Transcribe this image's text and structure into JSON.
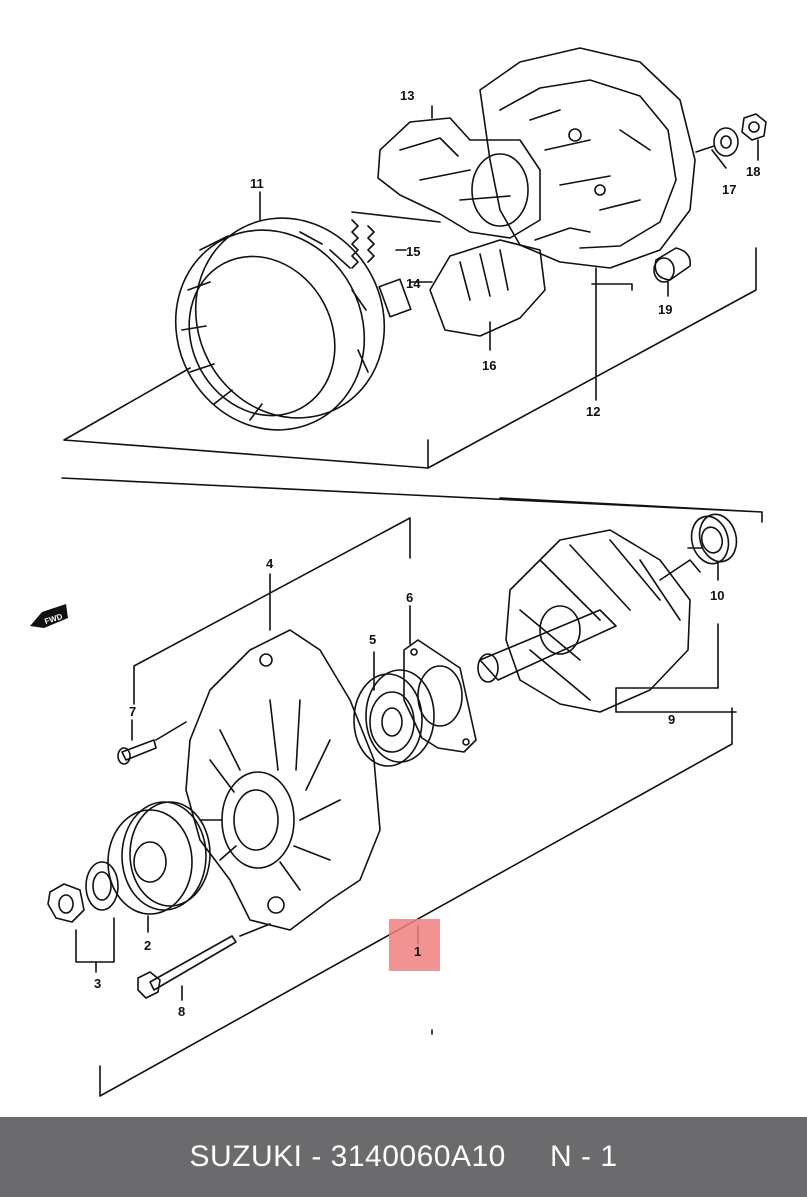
{
  "callouts": {
    "c1": "1",
    "c2": "2",
    "c3": "3",
    "c4": "4",
    "c5": "5",
    "c6": "6",
    "c7": "7",
    "c8": "8",
    "c9": "9",
    "c10": "10",
    "c11": "11",
    "c12": "12",
    "c13": "13",
    "c14": "14",
    "c15": "15",
    "c16": "16",
    "c17": "17",
    "c18": "18",
    "c19": "19"
  },
  "fwd_label": "FWD",
  "highlight_color": "#f08080",
  "footer": {
    "text": "SUZUKI - 3140060A10     N - 1",
    "background": "#6b6b6d"
  }
}
